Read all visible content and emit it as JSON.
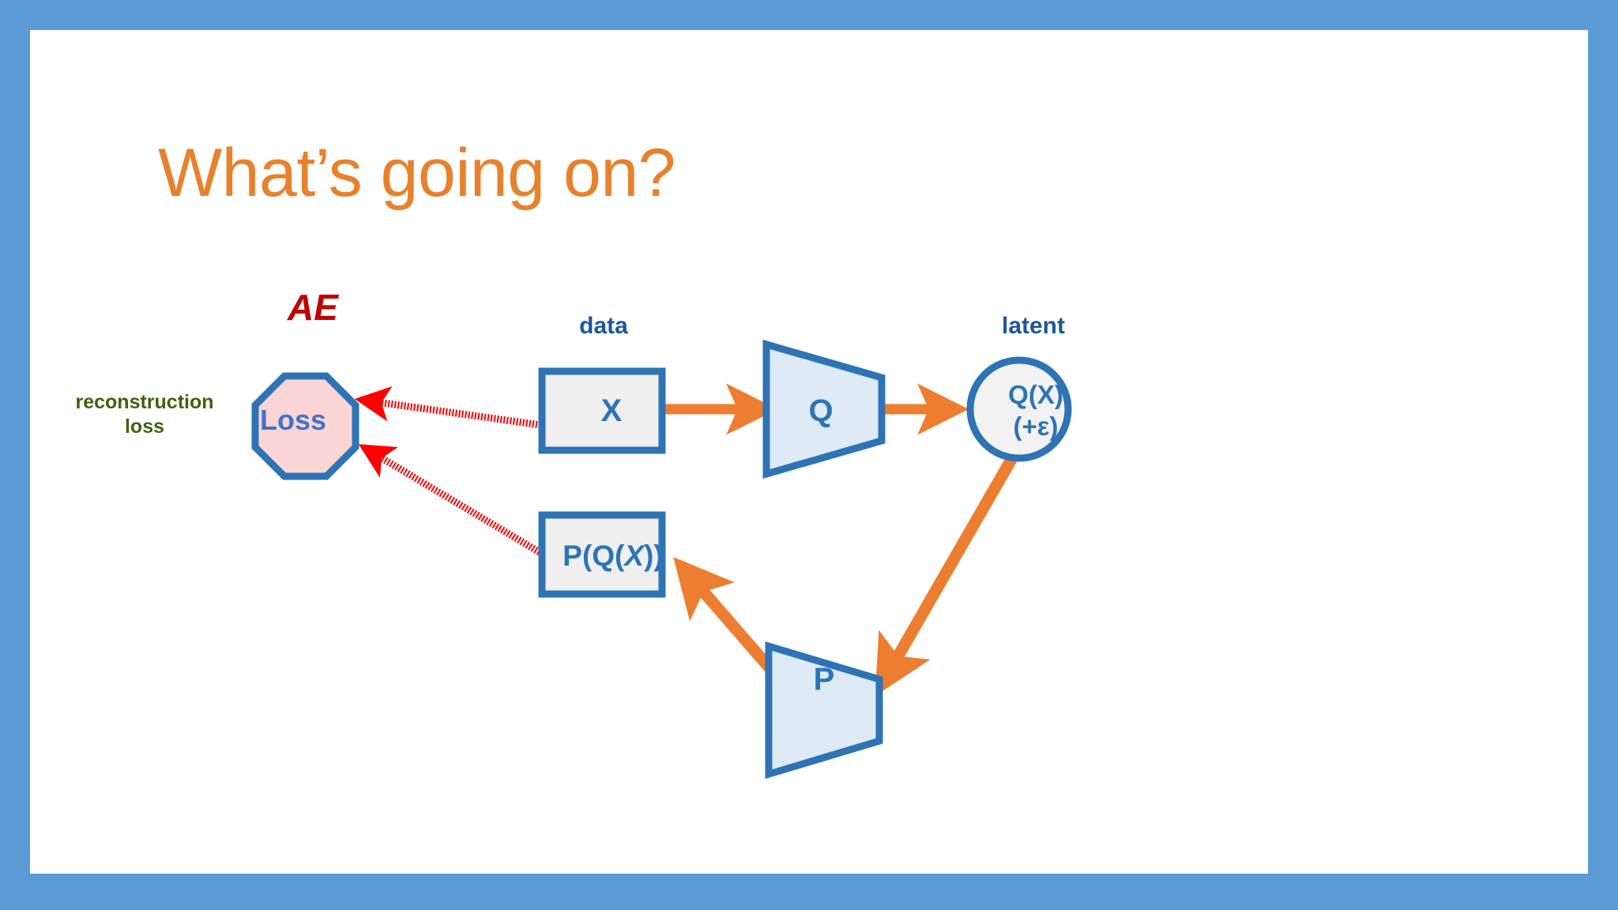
{
  "slide": {
    "title": "What’s going on?",
    "background_color": "#FFFFFF",
    "border_color": "#5B9BD5",
    "title_color": "#E8812C"
  },
  "diagram": {
    "type": "autoencoder-flow",
    "captions": [
      {
        "name": "ae",
        "text": "AE",
        "color": "#C00000"
      },
      {
        "name": "data",
        "text": "data",
        "color": "#1F5699"
      },
      {
        "name": "latent",
        "text": "latent",
        "color": "#1F5699"
      },
      {
        "name": "reconstruction-loss",
        "line1": "reconstruction",
        "line2": "loss",
        "color": "#3F6212"
      }
    ],
    "nodes": [
      {
        "name": "loss",
        "shape": "octagon",
        "label": "Loss",
        "fill": "#FBD5D5",
        "stroke": "#2E74B5",
        "text_color": "#4472C4"
      },
      {
        "name": "x",
        "shape": "rect",
        "label": "X",
        "fill": "#EFEFEF",
        "stroke": "#2E74B5",
        "text_color": "#2E74B5"
      },
      {
        "name": "q",
        "shape": "trapezoid",
        "label": "Q",
        "fill": "#DEEAF6",
        "stroke": "#2E74B5",
        "text_color": "#2E74B5"
      },
      {
        "name": "latent-circle",
        "shape": "circle",
        "label_line1": "Q(X)",
        "label_line2": "(+ε)",
        "fill": "#F2F2F2",
        "stroke": "#2E74B5",
        "text_color": "#2E74B5"
      },
      {
        "name": "pqx",
        "shape": "rect",
        "label_prefix": "P(Q(",
        "label_italic": "X",
        "label_suffix": "))",
        "fill": "#EFEFEF",
        "stroke": "#2E74B5",
        "text_color": "#2E74B5"
      },
      {
        "name": "p",
        "shape": "trapezoid",
        "label": "P",
        "fill": "#DEEAF6",
        "stroke": "#2E74B5",
        "text_color": "#2E74B5"
      }
    ],
    "edges": [
      {
        "name": "x-to-q",
        "from": "x",
        "to": "q",
        "style": "solid",
        "color": "#ED7D31"
      },
      {
        "name": "q-to-latent",
        "from": "q",
        "to": "latent-circle",
        "style": "solid",
        "color": "#ED7D31"
      },
      {
        "name": "latent-to-p",
        "from": "latent-circle",
        "to": "p",
        "style": "solid",
        "color": "#ED7D31"
      },
      {
        "name": "p-to-pqx",
        "from": "p",
        "to": "pqx",
        "style": "solid",
        "color": "#ED7D31"
      },
      {
        "name": "x-to-loss",
        "from": "x",
        "to": "loss",
        "style": "dotted",
        "color": "#FF0000"
      },
      {
        "name": "pqx-to-loss",
        "from": "pqx",
        "to": "loss",
        "style": "dotted",
        "color": "#FF0000"
      }
    ]
  }
}
